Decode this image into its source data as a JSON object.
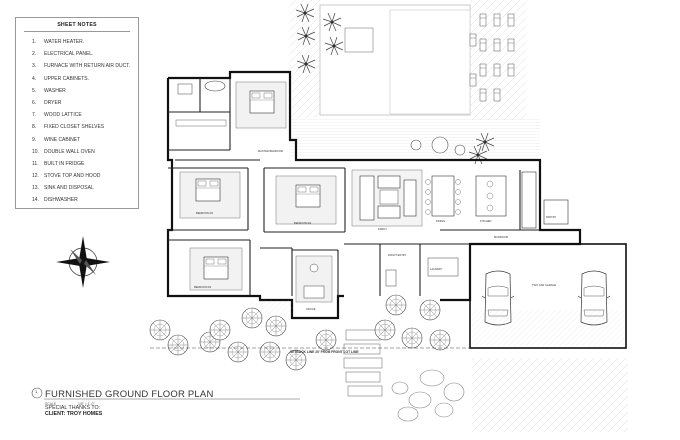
{
  "sheet_notes": {
    "title": "SHEET NOTES",
    "items": [
      {
        "num": "1.",
        "text": "WATER HEATER."
      },
      {
        "num": "2.",
        "text": "ELECTRICAL PANEL."
      },
      {
        "num": "3.",
        "text": "FURNACE WITH RETURN AIR DUCT."
      },
      {
        "num": "4.",
        "text": "UPPER CABINETS."
      },
      {
        "num": "5.",
        "text": "WASHER"
      },
      {
        "num": "6.",
        "text": "DRYER"
      },
      {
        "num": "7.",
        "text": "WOOD LATTICE"
      },
      {
        "num": "8.",
        "text": "FIXED CLOSET SHELVES"
      },
      {
        "num": "9.",
        "text": "WINE CABINET"
      },
      {
        "num": "10.",
        "text": "DOUBLE WALL OVEN"
      },
      {
        "num": "11.",
        "text": "BUILT IN FRIDGE"
      },
      {
        "num": "12.",
        "text": "STOVE TOP AND HOOD"
      },
      {
        "num": "13.",
        "text": "SINK AND DISPOSAL"
      },
      {
        "num": "14.",
        "text": "DISHWASHER"
      }
    ]
  },
  "title_block": {
    "number": "1",
    "title": "FURNISHED GROUND FLOOR PLAN",
    "scale_label": "SCALE",
    "scale_value": "1/8\" = 1'-0\"",
    "thanks": "SPECIAL THANKS TO:",
    "client": "CLIENT: TROY HOMES"
  },
  "setback_label": "SETBACK LINE 20' FROM FRONT LOT LINE",
  "room_labels": {
    "master_bedroom": "MASTER BEDROOM",
    "bedroom_2": "BEDROOM #2",
    "bedroom_3": "BEDROOM #3",
    "bedroom_4": "BEDROOM #4",
    "family": "FAMILY",
    "dining": "DINING",
    "kitchen": "KITCHEN",
    "office": "OFFICE",
    "garage": "TWO CAR GARAGE",
    "laundry": "LAUNDRY",
    "front_entry": "FRONT ENTRY",
    "pantry": "PANTRY",
    "mudroom": "MUDROOM"
  },
  "colors": {
    "wall": "#111111",
    "line": "#555555",
    "pool_outline": "#b8b8b8",
    "grass": "#efefef"
  },
  "icons": [
    "north-arrow-icon",
    "tree-icon",
    "palm-tree-icon",
    "car-icon",
    "lounge-chair-icon"
  ]
}
